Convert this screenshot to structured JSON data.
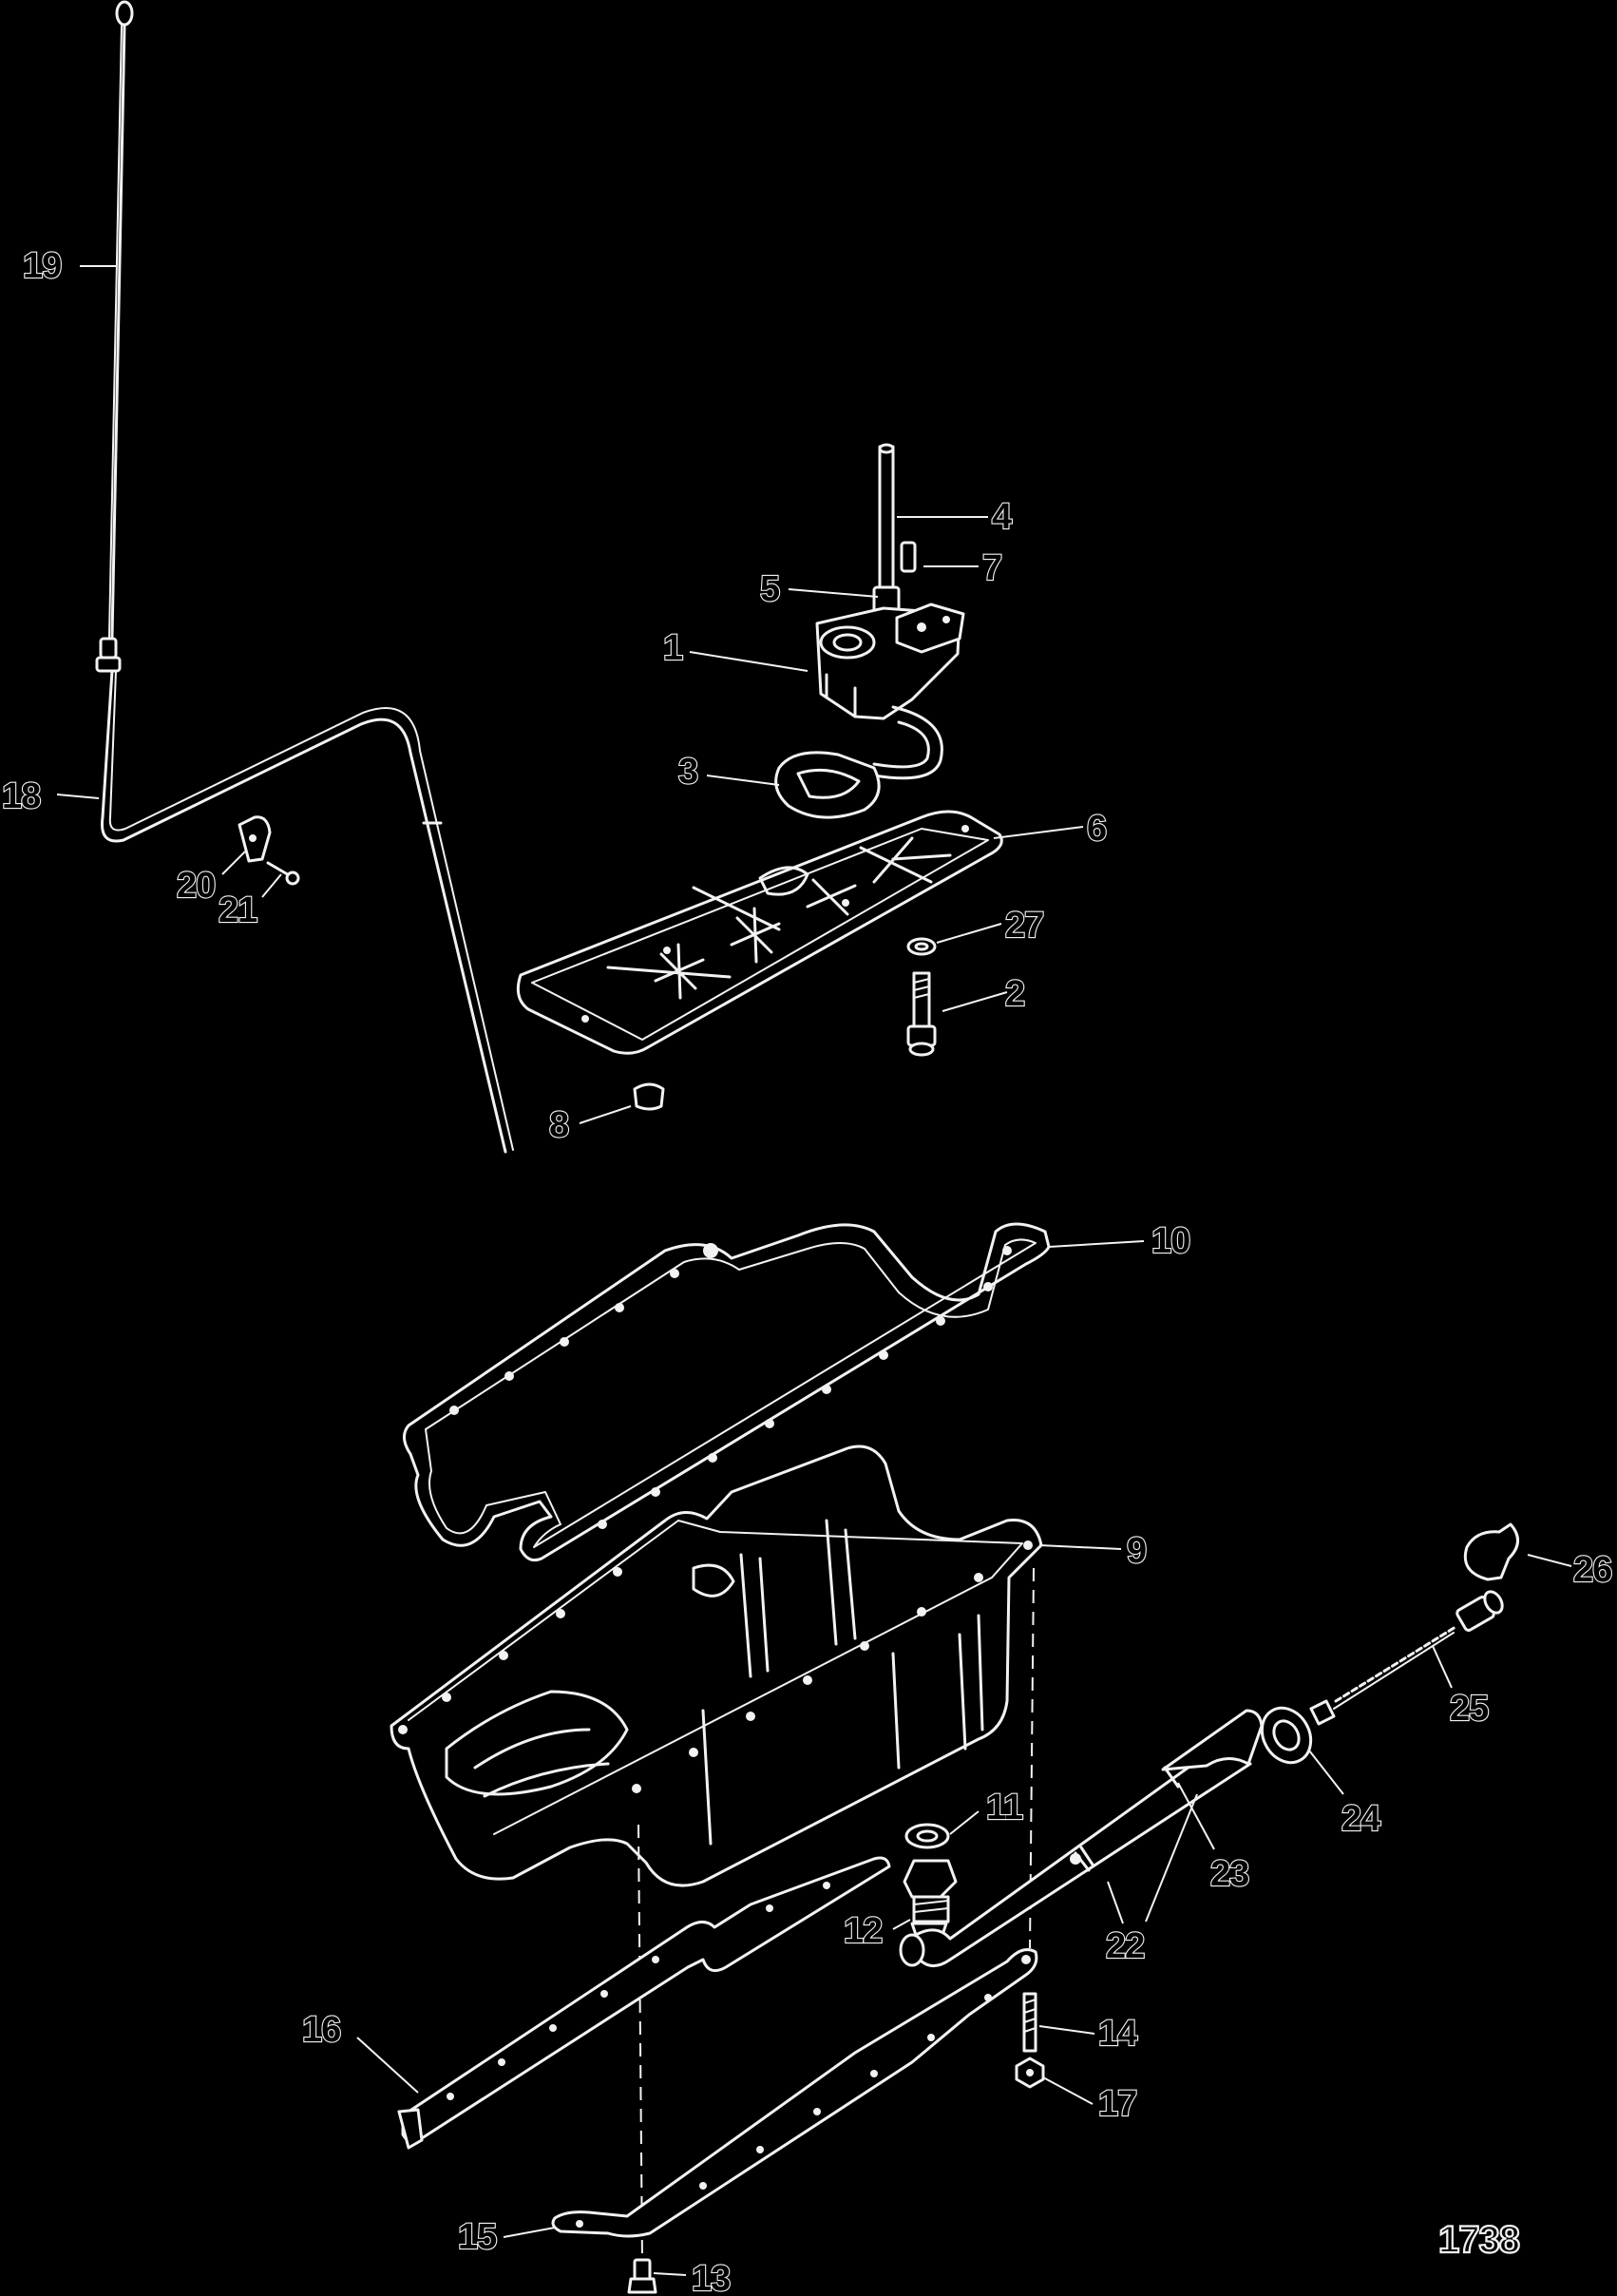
{
  "diagram": {
    "figure_number": "1738",
    "callouts": [
      "1",
      "2",
      "3",
      "4",
      "5",
      "6",
      "7",
      "8",
      "9",
      "10",
      "11",
      "12",
      "13",
      "14",
      "15",
      "16",
      "17",
      "18",
      "19",
      "20",
      "21",
      "22",
      "23",
      "24",
      "25",
      "26",
      "27"
    ]
  }
}
